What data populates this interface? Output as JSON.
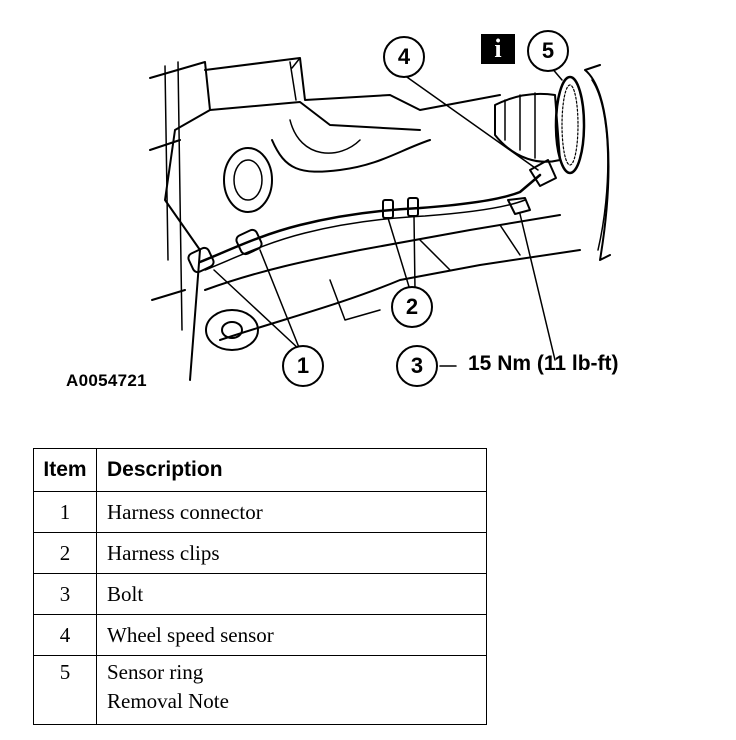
{
  "figure": {
    "id": "A0054721",
    "info_badge": "i",
    "torque_spec": "15 Nm (11 lb-ft)",
    "callouts": [
      "1",
      "2",
      "3",
      "4",
      "5"
    ]
  },
  "legend": {
    "headers": {
      "item": "Item",
      "description": "Description"
    },
    "rows": [
      {
        "item": "1",
        "description": [
          "Harness connector"
        ]
      },
      {
        "item": "2",
        "description": [
          "Harness clips"
        ]
      },
      {
        "item": "3",
        "description": [
          "Bolt"
        ]
      },
      {
        "item": "4",
        "description": [
          "Wheel speed sensor"
        ]
      },
      {
        "item": "5",
        "description": [
          "Sensor ring",
          "Removal Note"
        ]
      }
    ]
  }
}
